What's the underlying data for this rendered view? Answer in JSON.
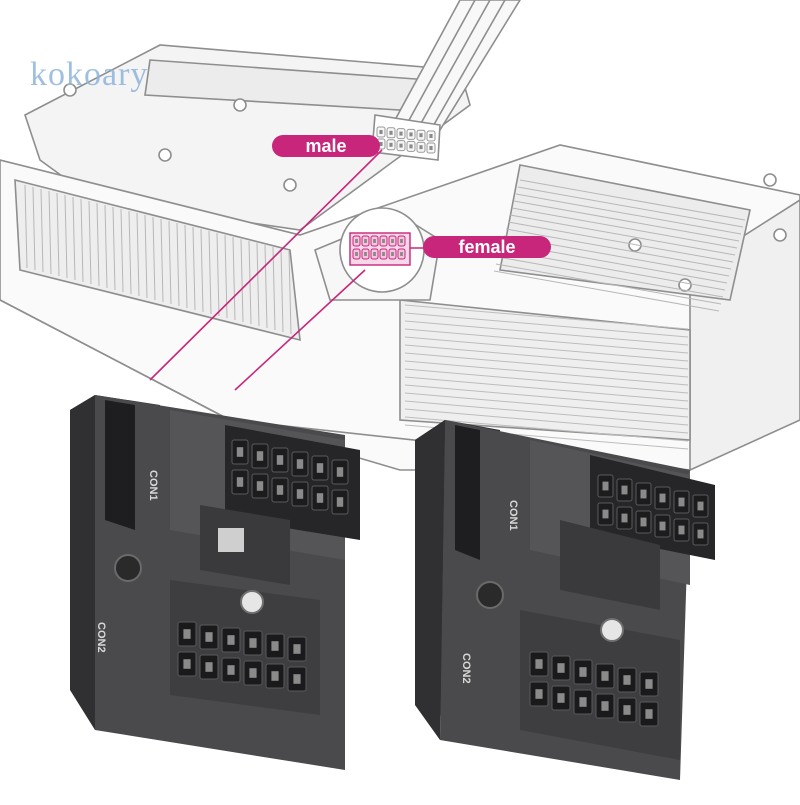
{
  "watermark": "kokoary",
  "callouts": {
    "male": "male",
    "female": "female"
  },
  "adapter_labels": {
    "con1": "CON1",
    "con2": "CON2"
  },
  "colors": {
    "accent": "#c8267a",
    "body": "#4a4a4c",
    "body_dark": "#2c2c2e",
    "line": "#a9a9a9"
  }
}
